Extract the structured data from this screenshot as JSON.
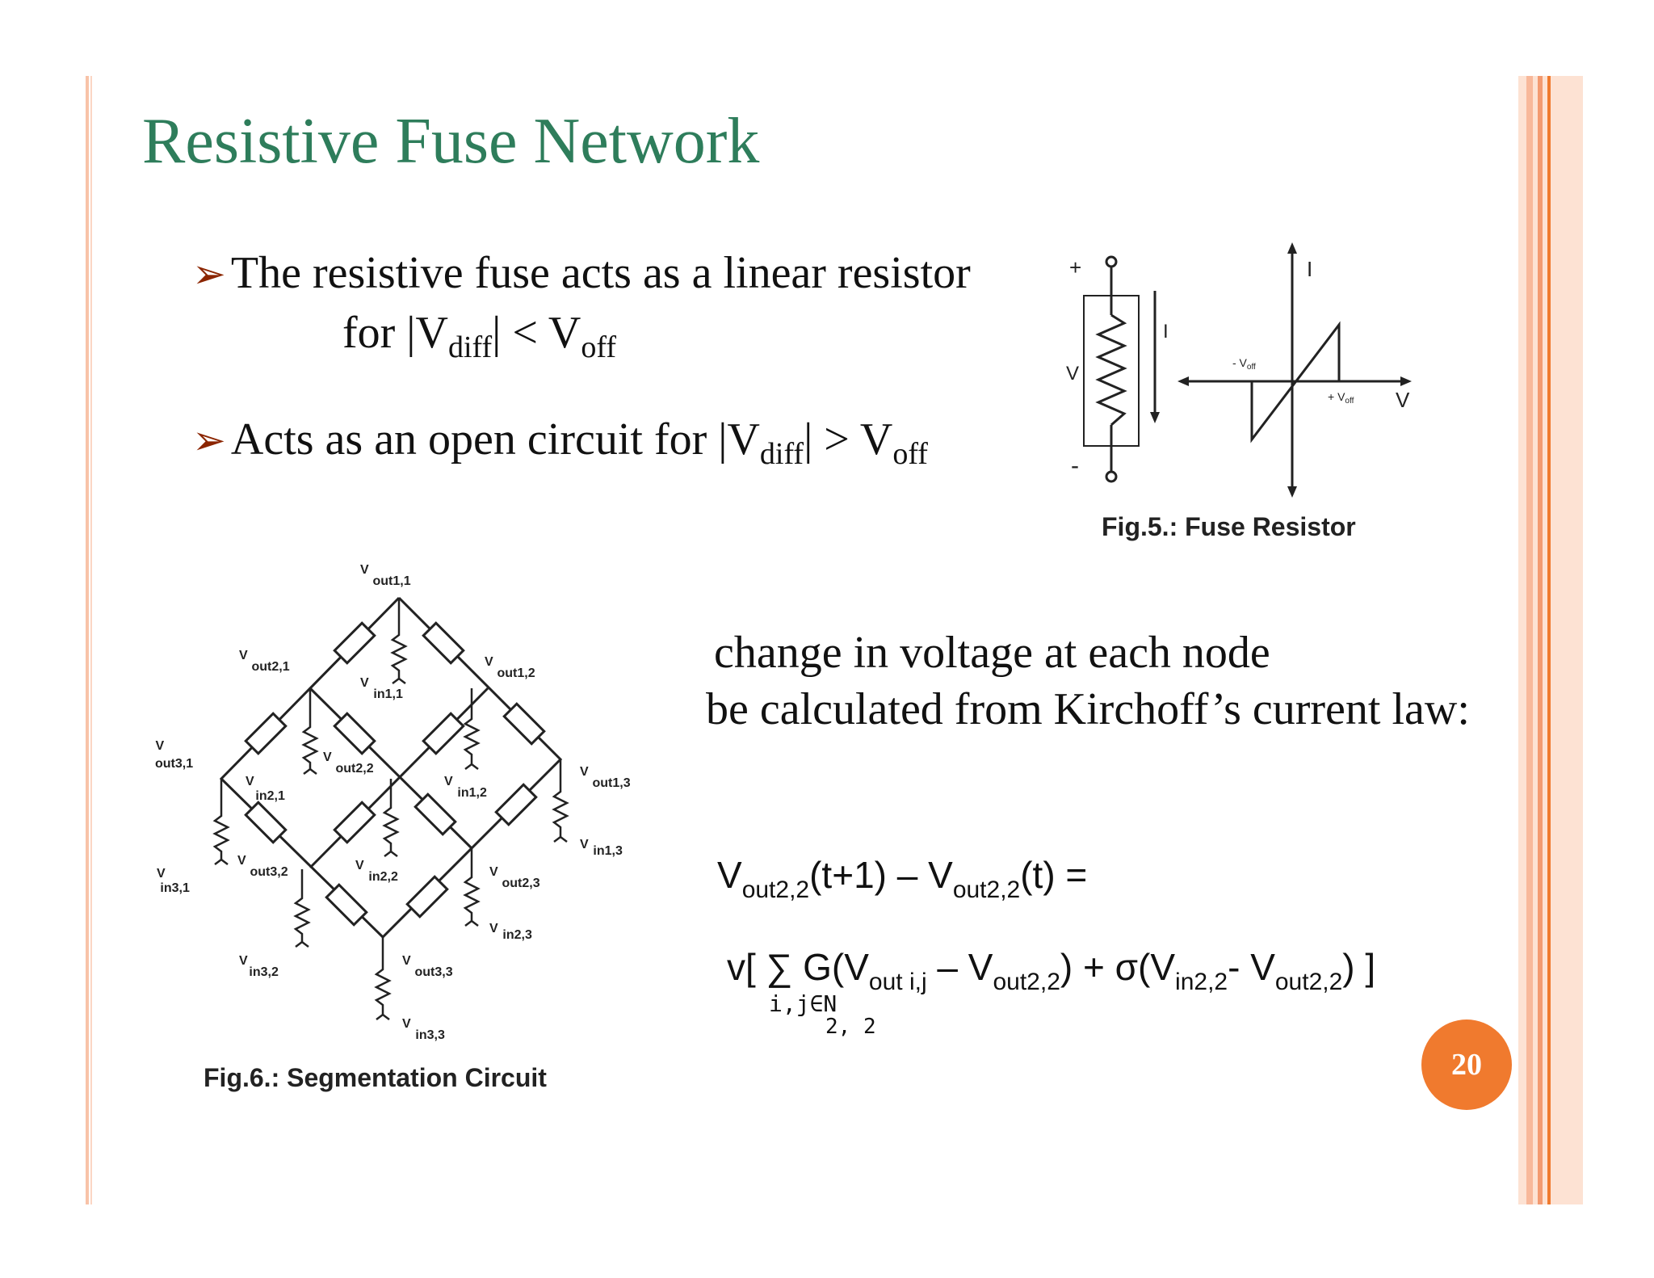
{
  "slide": {
    "title": "Resistive Fuse Network",
    "bullet1": {
      "arrow": "➢",
      "line1": "The resistive fuse acts as a linear resistor",
      "line2_pre": "for  |V",
      "sub_diff": "diff",
      "rel": "| <  V",
      "sub_off": "off"
    },
    "bullet2": {
      "arrow": "➢",
      "pre": "Acts as an open circuit for  |V",
      "sub_diff": "diff",
      "rel": "| >  V",
      "sub_off": "off"
    },
    "kcl_line1": "change in voltage at each node",
    "kcl_line2": "be calculated from Kirchoff’s current law:",
    "page_number": "20"
  },
  "equation": {
    "lhs": {
      "v1": "V",
      "s1": "out2,2",
      "t1": "(t+1) – V",
      "s2": "out2,2",
      "t2": "(t) ="
    },
    "rhs": {
      "p0": "v[  ∑ G(V",
      "s1": "out i,j",
      "p1": " – V",
      "s2": "out2,2",
      "p2": ") + σ(V",
      "s3": "in2,2",
      "p3": "- V",
      "s4": "out2,2",
      "p4": ") ]"
    },
    "sum_index": "i,j∈N",
    "sum_index_sub": "2, 2"
  },
  "fig5": {
    "caption": "Fig.5.:   Fuse Resistor",
    "plus": "+",
    "minus": "-",
    "v_label": "V",
    "i_label": "I",
    "axis_i": "I",
    "axis_v": "V",
    "neg_voff": "- V",
    "pos_voff": "+ V",
    "off": "off"
  },
  "fig6": {
    "caption": "Fig.6.:   Segmentation Circuit",
    "v": "V",
    "labels": {
      "out11": "out1,1",
      "out21": "out2,1",
      "out12": "out1,2",
      "in11": "in1,1",
      "out31": "out3,1",
      "out22": "out2,2",
      "in21": "in2,1",
      "in12": "in1,2",
      "out13": "out1,3",
      "in13": "in1,3",
      "in31": "in3,1",
      "out32": "out3,2",
      "in22": "in2,2",
      "out23": "out2,3",
      "in23": "in2,3",
      "in32": "in3,2",
      "out33": "out3,3",
      "in33": "in3,3"
    }
  },
  "colors": {
    "title": "#2e7d5b",
    "accent": "#f07a2e",
    "border": "#f8b89a",
    "arrow": "#8b2500"
  }
}
